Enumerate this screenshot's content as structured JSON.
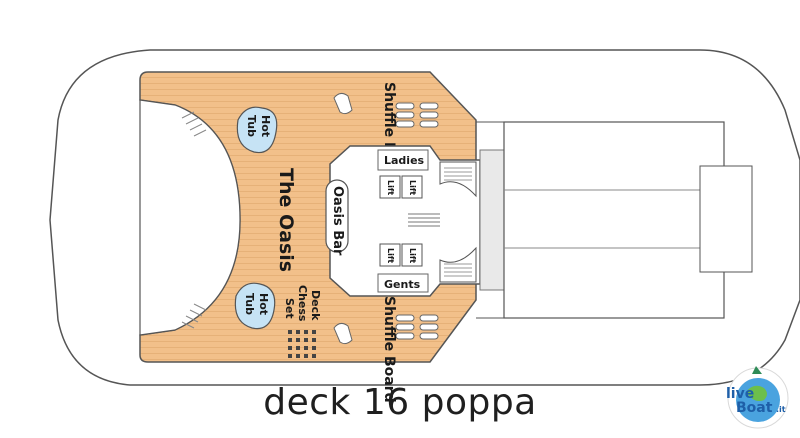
{
  "map": {
    "labels": {
      "the_oasis": "The Oasis",
      "oasis_bar": "Oasis Bar",
      "hot_tub_top": "Hot Tub",
      "hot_tub_bottom": "Hot Tub",
      "shuffle_board_top": "Shuffle Board",
      "shuffle_board_bottom": "Shuffle Board",
      "deck_chess_set": "Deck Chess Set",
      "ladies": "Ladies",
      "gents": "Gents",
      "lift": "Lift"
    },
    "caption": "deck 16 poppa"
  },
  "watermark": {
    "line1": "live",
    "line2": "Boat",
    "suffix": ".it"
  },
  "colors": {
    "deck_wood": "#f2c08a",
    "deck_line": "#e0a86c",
    "hull_stroke": "#555555",
    "tub_water": "#c6e3f5"
  }
}
